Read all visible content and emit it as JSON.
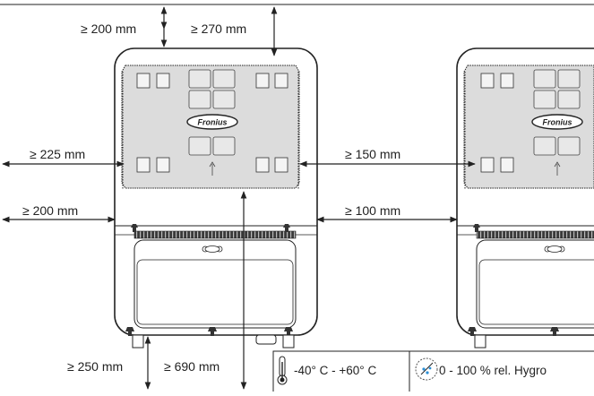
{
  "dimensions": {
    "top_left": "≥ 200 mm",
    "top_right": "≥ 270 mm",
    "left_upper": "≥ 225 mm",
    "left_lower": "≥ 200 mm",
    "between_upper": "≥ 150 mm",
    "between_lower": "≥ 100 mm",
    "bottom_left": "≥ 250 mm",
    "bottom_center": "≥ 690 mm"
  },
  "logo": {
    "text": "Fronius"
  },
  "conditions": {
    "temperature": "-40° C - +60° C",
    "humidity": "0 - 100 % rel. Hygro"
  },
  "icons": {
    "temperature": "thermometer-icon",
    "humidity": "hygrometer-icon"
  },
  "colors": {
    "line": "#222222",
    "panel": "#dcdcdc",
    "background": "#ffffff"
  }
}
